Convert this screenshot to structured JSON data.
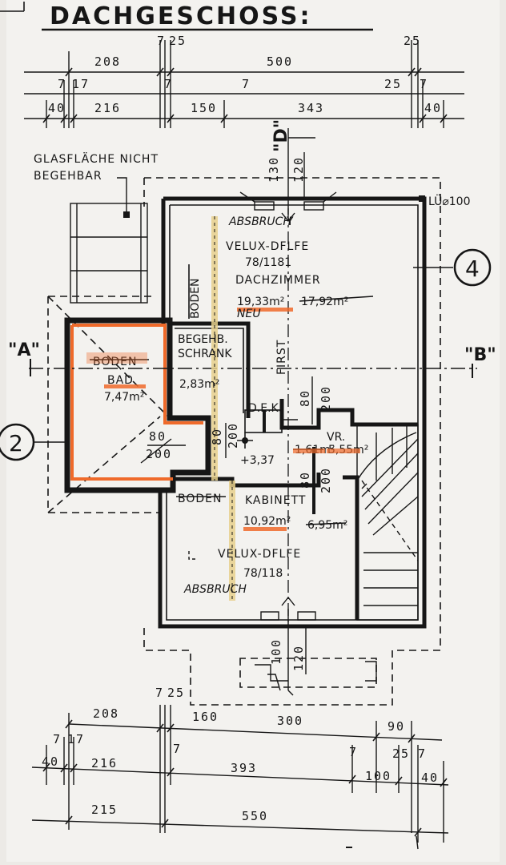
{
  "title": "DACHGESCHOSS:",
  "top_dims": {
    "row1": [
      "208",
      "7",
      "25",
      "500",
      "25"
    ],
    "row2": [
      "7",
      "17",
      "7",
      "7",
      "25",
      "7"
    ],
    "row3": [
      "40",
      "216",
      "150",
      "343",
      "40"
    ]
  },
  "elevation_dims": {
    "top": [
      "130",
      "120"
    ],
    "bottom": [
      "100",
      "120"
    ]
  },
  "section_marks": {
    "a": "\"A\"",
    "b": "\"B\"",
    "d": "\"D\"",
    "axis_2": "2",
    "axis_4": "4"
  },
  "notes": {
    "glass_line1": "GLASFLÄCHE NICHT",
    "glass_line2": "BEGEHBAR",
    "lue": "LÜ⌀100",
    "first": "FIRST",
    "abstract_top": "ABSBRUCH",
    "abstract_bottom": "ABSBRUCH",
    "neu": "NEU"
  },
  "rooms": {
    "dachzimmer": {
      "velux": "VELUX-DFLFE",
      "size": "78/1181",
      "name": "DACHZIMMER",
      "area_new": "19,33m²",
      "area_old": "17,92m²",
      "boden": "BODEN"
    },
    "bad": {
      "boden": "BODEN",
      "name": "BAD",
      "area": "7,47m²"
    },
    "schrank": {
      "line1": "BEGEHB.",
      "line2": "SCHRANK",
      "area": "2,83m²"
    },
    "dek": "D.E.K.",
    "vr": {
      "name": "VR.",
      "area_old": "1,61m²",
      "area_new": "5,55m²"
    },
    "kabinett": {
      "boden": "BODEN",
      "name": "KABINETT",
      "area_new": "10,92m²",
      "area_old": "6,95m²",
      "velux": "VELUX-DFLFE",
      "size": "78/118"
    }
  },
  "openings": {
    "door_bad": [
      "80",
      "200"
    ],
    "door_schrank": [
      "80",
      "200"
    ],
    "door_dek": [
      "80",
      "200"
    ],
    "door_kab": [
      "80",
      "200"
    ]
  },
  "level": "+3,37",
  "bottom_dims": {
    "row1": [
      "208",
      "7",
      "25",
      "160",
      "300",
      "90"
    ],
    "row2": [
      "7",
      "17",
      "7",
      "7",
      "25",
      "7"
    ],
    "row3": [
      "40",
      "216",
      "393",
      "100",
      "40"
    ],
    "row4": [
      "215",
      "550"
    ]
  },
  "colors": {
    "paper": "#f3f2ef",
    "ink": "#161616",
    "highlight_orange": "#ef6a2a",
    "highlight_yellow": "#e6d08c"
  }
}
